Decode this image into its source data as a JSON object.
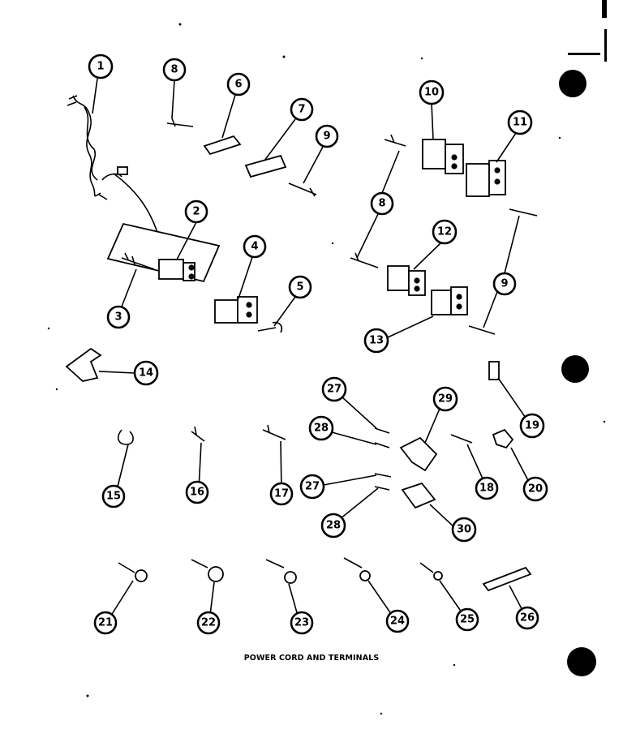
{
  "caption": "POWER CORD AND TERMINALS",
  "callouts": [
    "1",
    "8",
    "6",
    "7",
    "9",
    "10",
    "11",
    "2",
    "4",
    "5",
    "3",
    "8",
    "12",
    "9",
    "13",
    "14",
    "19",
    "27",
    "29",
    "28",
    "15",
    "16",
    "17",
    "18",
    "20",
    "27",
    "28",
    "30",
    "21",
    "22",
    "23",
    "24",
    "25",
    "26"
  ],
  "colors": {
    "ink": "#000000",
    "paper": "#ffffff"
  },
  "icons": [
    "registration-dot-icon"
  ]
}
